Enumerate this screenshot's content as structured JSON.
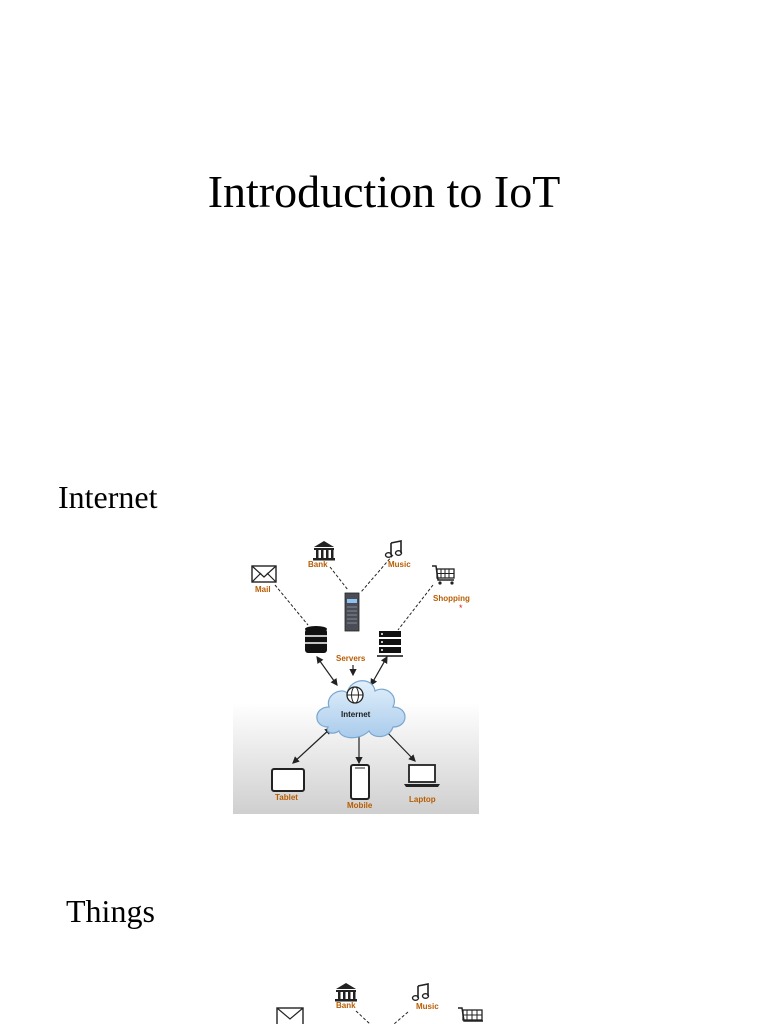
{
  "slide": {
    "title": "Introduction to IoT"
  },
  "sections": [
    {
      "heading": "Internet",
      "diagram": {
        "labels": {
          "mail": "Mail",
          "bank": "Bank",
          "music": "Music",
          "shopping": "Shopping",
          "servers": "Servers",
          "internet": "Internet",
          "tablet": "Tablet",
          "mobile": "Mobile",
          "laptop": "Laptop"
        }
      }
    },
    {
      "heading": "Things",
      "diagram": {
        "labels": {
          "mail": "",
          "bank": "Bank",
          "music": "Music",
          "shopping": ""
        }
      }
    }
  ],
  "colors": {
    "label": "#b85c00",
    "cloud_fill": "#bcd8f2",
    "cloud_stroke": "#7aa7d0",
    "ground_gradient_top": "#ffffff",
    "ground_gradient_bottom": "#cfcfcf"
  }
}
